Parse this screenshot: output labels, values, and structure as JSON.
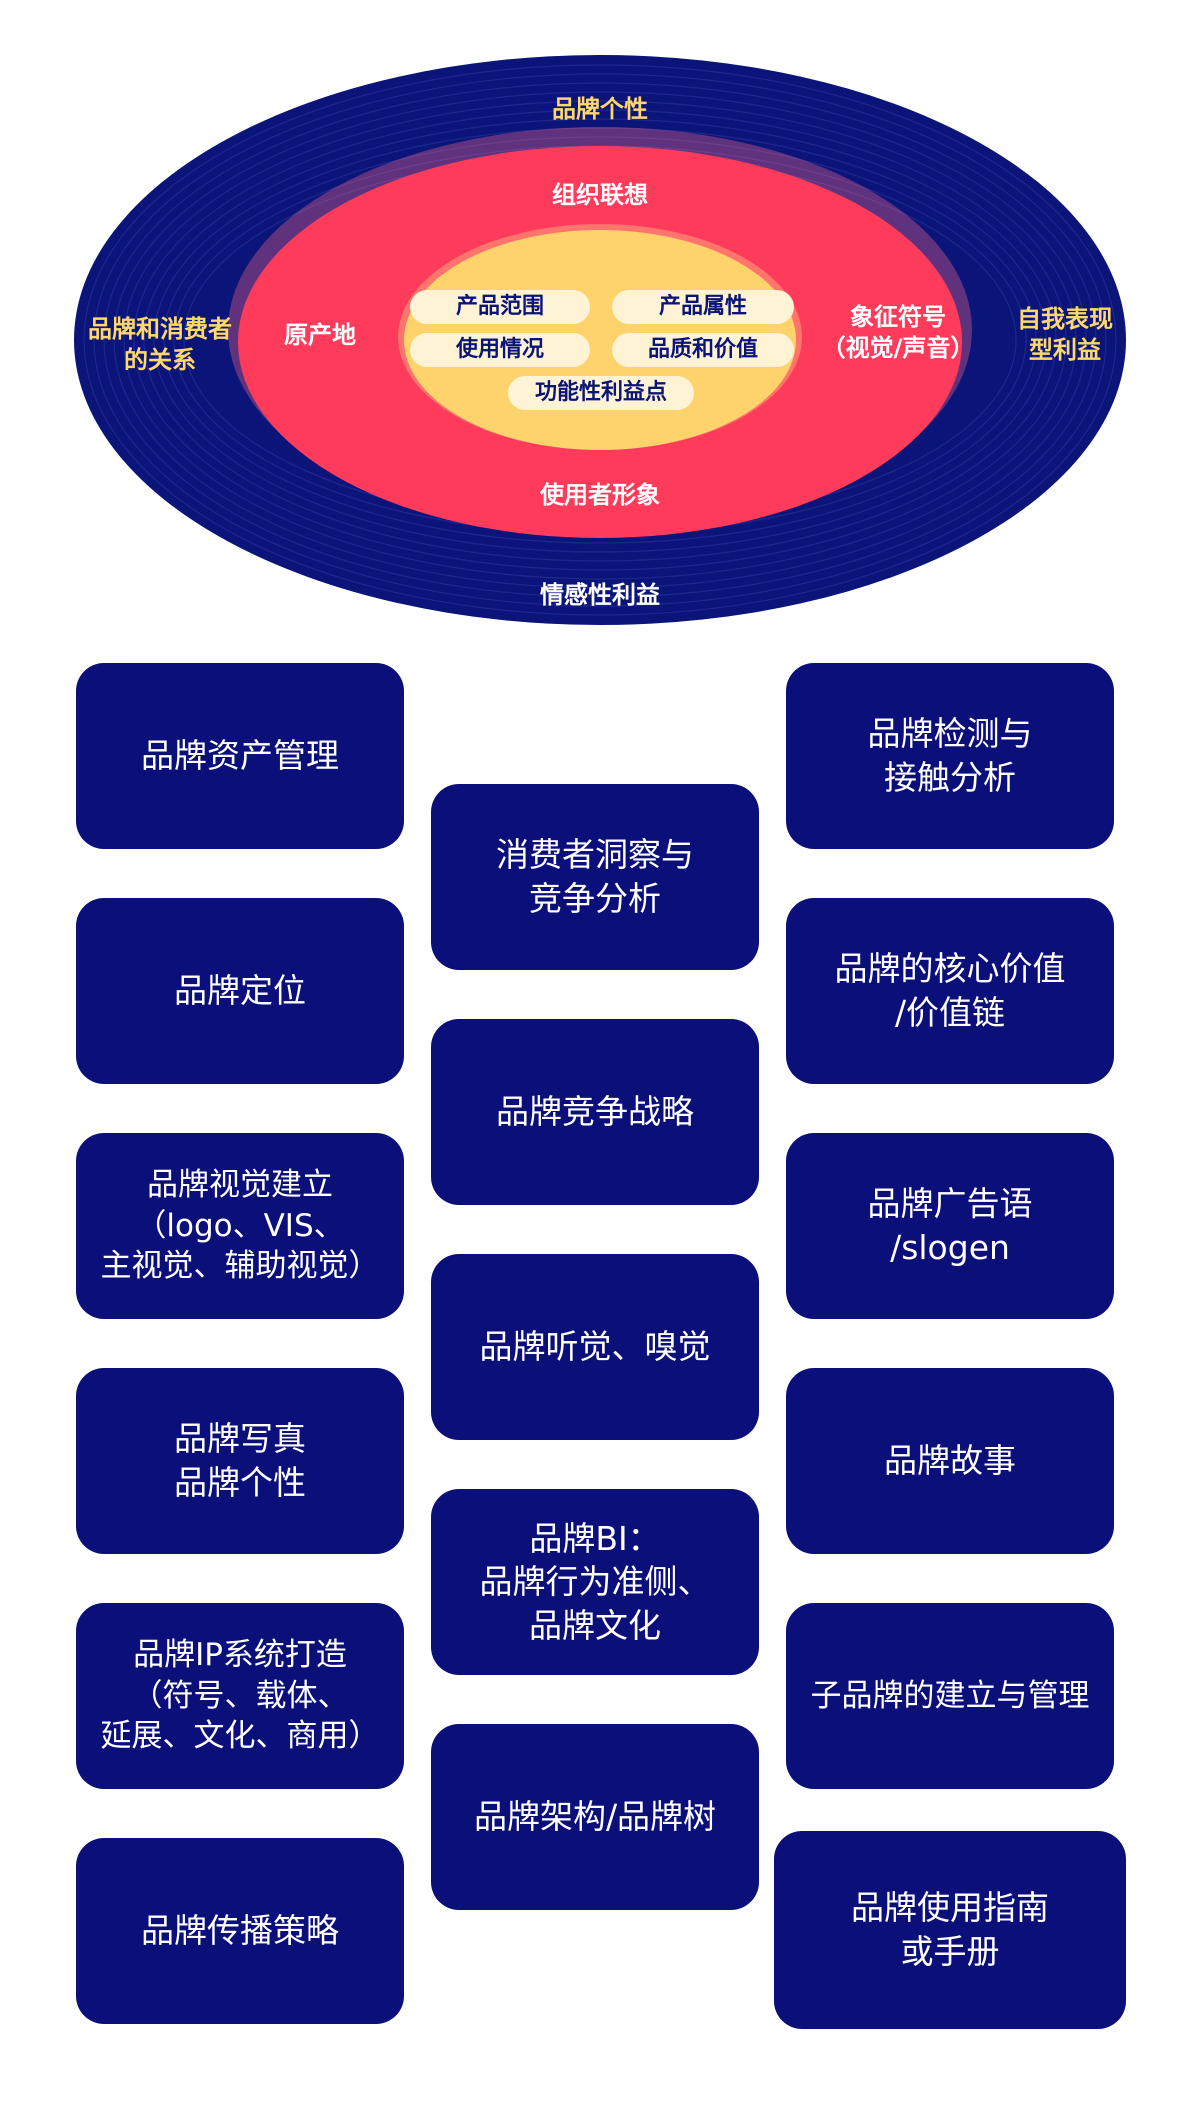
{
  "diagram": {
    "outer_ring": {
      "top": "品牌个性",
      "left": "品牌和消费者\n的关系",
      "right": "自我表现\n型利益",
      "bottom": "情感性利益"
    },
    "middle_ring": {
      "top": "组织联想",
      "left": "原产地",
      "right": "象征符号\n（视觉/声音）",
      "bottom": "使用者形象"
    },
    "core": {
      "pills": [
        "产品范围",
        "产品属性",
        "使用情况",
        "品质和价值",
        "功能性利益点"
      ]
    },
    "colors": {
      "outer": "#0b1478",
      "middle": "#ff3b5c",
      "core": "#ffd36b",
      "pill": "#fff3d6",
      "label_gold": "#ffd86b"
    }
  },
  "boxes": {
    "left": [
      "品牌资产管理",
      "品牌定位",
      "品牌视觉建立\n（logo、VIS、\n主视觉、辅助视觉）",
      "品牌写真\n品牌个性",
      "品牌IP系统打造\n（符号、载体、\n延展、文化、商用）",
      "品牌传播策略"
    ],
    "center": [
      "消费者洞察与\n竞争分析",
      "品牌竞争战略",
      "品牌听觉、嗅觉",
      "品牌BI：\n品牌行为准侧、\n品牌文化",
      "品牌架构/品牌树"
    ],
    "right": [
      "品牌检测与\n接触分析",
      "品牌的核心价值\n/价值链",
      "品牌广告语\n/slogen",
      "品牌故事",
      "子品牌的建立与管理",
      "品牌使用指南\n或手册"
    ]
  }
}
